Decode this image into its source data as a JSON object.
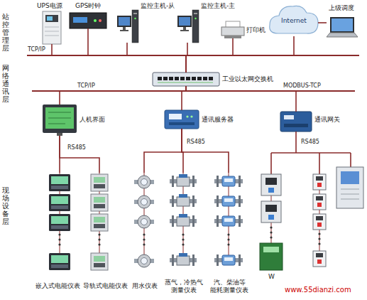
{
  "diagram": {
    "nodes": [
      {
        "text": [
          "UPS电源"
        ]
      },
      {
        "text": [
          "GPS时钟"
        ]
      },
      {
        "text": [
          "监控主机-从"
        ]
      },
      {
        "text": [
          "监控主机-主"
        ]
      },
      {
        "text": [
          "打印机"
        ]
      },
      {
        "text": [
          "Internet"
        ]
      },
      {
        "text": [
          "上级调度"
        ]
      },
      {
        "text": [
          "工业以太网交换机"
        ]
      },
      {
        "text": [
          "人机界面"
        ]
      },
      {
        "text": [
          "通讯服务器"
        ]
      },
      {
        "text": [
          "通讯网关"
        ]
      },
      {
        "text": [
          "嵌入式电能仪表"
        ]
      },
      {
        "text": [
          "导轨式电能仪表"
        ]
      },
      {
        "text": [
          "用水仪表"
        ]
      },
      {
        "text": [
          "蒸气，冷热气 测量仪表"
        ]
      },
      {
        "text": [
          "汽、柴油等 能耗测量仪表"
        ]
      }
    ],
    "edges": [
      {
        "from": 0,
        "to": 7,
        "arrow": "none",
        "label": "TCP/IP"
      },
      {
        "from": 1,
        "to": 7,
        "arrow": "none"
      },
      {
        "from": 2,
        "to": 7,
        "arrow": "none"
      },
      {
        "from": 3,
        "to": 7,
        "arrow": "none"
      },
      {
        "from": 4,
        "to": 7,
        "arrow": "none"
      },
      {
        "from": 5,
        "to": 7,
        "arrow": "none"
      },
      {
        "from": 5,
        "to": 6,
        "arrow": "none"
      },
      {
        "from": 7,
        "to": 8,
        "arrow": "none",
        "label": "TCP/IP"
      },
      {
        "from": 7,
        "to": 9,
        "arrow": "none"
      },
      {
        "from": 7,
        "to": 10,
        "arrow": "none",
        "label": "MODBUS-TCP"
      },
      {
        "from": 8,
        "to": 11,
        "arrow": "none",
        "label": "RS485"
      },
      {
        "from": 8,
        "to": 12,
        "arrow": "none"
      },
      {
        "from": 9,
        "to": 13,
        "arrow": "none"
      },
      {
        "from": 9,
        "to": 14,
        "arrow": "none",
        "label": "RS485"
      },
      {
        "from": 9,
        "to": 15,
        "arrow": "none"
      }
    ],
    "labels": [
      "站控管理层",
      "网络通讯层",
      "现场设备层",
      "RS485",
      "W",
      "www.55dianzi.com"
    ]
  }
}
